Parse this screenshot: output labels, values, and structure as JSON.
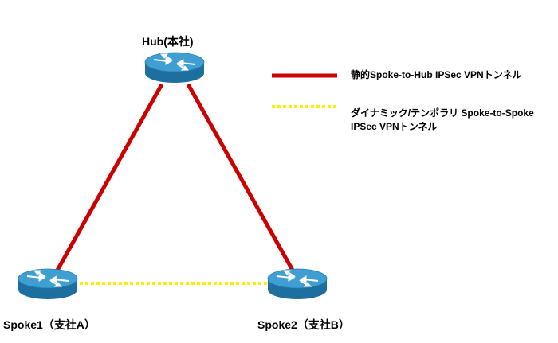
{
  "nodes": {
    "hub": {
      "label": "Hub(本社)",
      "icon": "router-icon"
    },
    "spoke1": {
      "label": "Spoke1（支社A）",
      "icon": "router-icon"
    },
    "spoke2": {
      "label": "Spoke2（支社B）",
      "icon": "router-icon"
    }
  },
  "legend": {
    "static": {
      "label": "静的Spoke-to-Hub IPSec VPNトンネル",
      "color": "#cc0000",
      "style": "solid"
    },
    "dynamic": {
      "label_line1": "ダイナミック/テンポラリ Spoke-to-Spoke",
      "label_line2": "IPSec VPNトンネル",
      "color": "#ffee00",
      "style": "dotted"
    }
  },
  "colors": {
    "router_top": "#3f9fd3",
    "router_side": "#1c6f9f",
    "router_arrows": "#ffffff"
  }
}
